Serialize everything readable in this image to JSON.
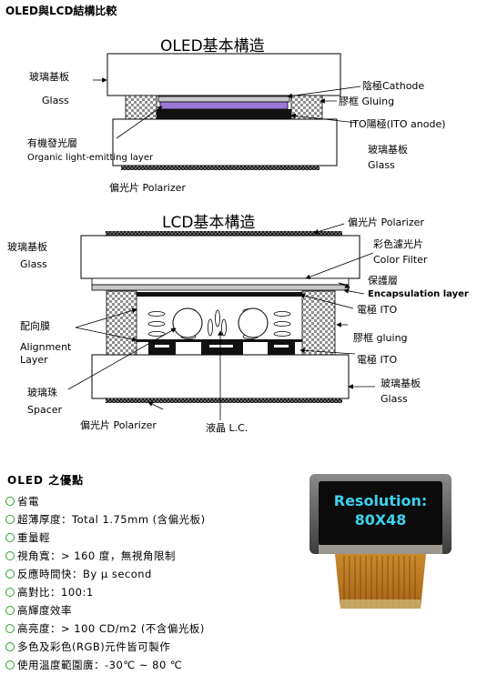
{
  "page_title": "OLED與LCD結構比較",
  "oled_diagram": {
    "title": "OLED基本構造",
    "labels": {
      "glass_cn": "玻璃基板",
      "glass_en": "Glass",
      "cathode": "陰極Cathode",
      "gluing": "膠框 Gluing",
      "ito": "ITO陽極(ITO anode)",
      "organic_cn": "有機發光層",
      "organic_en": "Organic light-emitting layer",
      "glass2_cn": "玻璃基板",
      "glass2_en": "Glass",
      "polarizer": "偏光片 Polarizer"
    }
  },
  "lcd_diagram": {
    "title": "LCD基本構造",
    "labels": {
      "polarizer_top": "偏光片 Polarizer",
      "glass_cn": "玻璃基板",
      "glass_en": "Glass",
      "cf_cn": "彩色濾光片",
      "cf_en": "Color Filter",
      "protect_cn": "保護層",
      "encap": "Encapsulation layer",
      "electrode_top": "電極 ITO",
      "align_cn": "配向膜",
      "align_en1": "Alignment",
      "align_en2": "Layer",
      "gluing": "膠框 gluing",
      "electrode_bot": "電極 ITO",
      "spacer_cn": "玻璃珠",
      "spacer_en": "Spacer",
      "glass2_cn": "玻璃基板",
      "glass2_en": "Glass",
      "polarizer_bot": "偏光片 Polarizer",
      "lc": "液晶 L.C."
    }
  },
  "advantages": {
    "title": "OLED 之優點",
    "items": [
      "省電",
      "超薄厚度：Total 1.75mm (含偏光板)",
      "重量輕",
      "視角寬：> 160 度，無視角限制",
      "反應時間快：By μ second",
      "高對比：100:1",
      "高輝度效率",
      "高亮度：> 100 CD/m2 (不含偏光板)",
      "多色及彩色(RGB)元件皆可製作",
      "使用溫度範圍廣：-30℃ ~ 80 ℃"
    ]
  },
  "display_photo": {
    "line1": "Resolution:",
    "line2": "80X48"
  },
  "colors": {
    "bullet": "#2e9e2e",
    "organic_layer": "#9a78d8",
    "photo_text": "#3ad2ee"
  }
}
